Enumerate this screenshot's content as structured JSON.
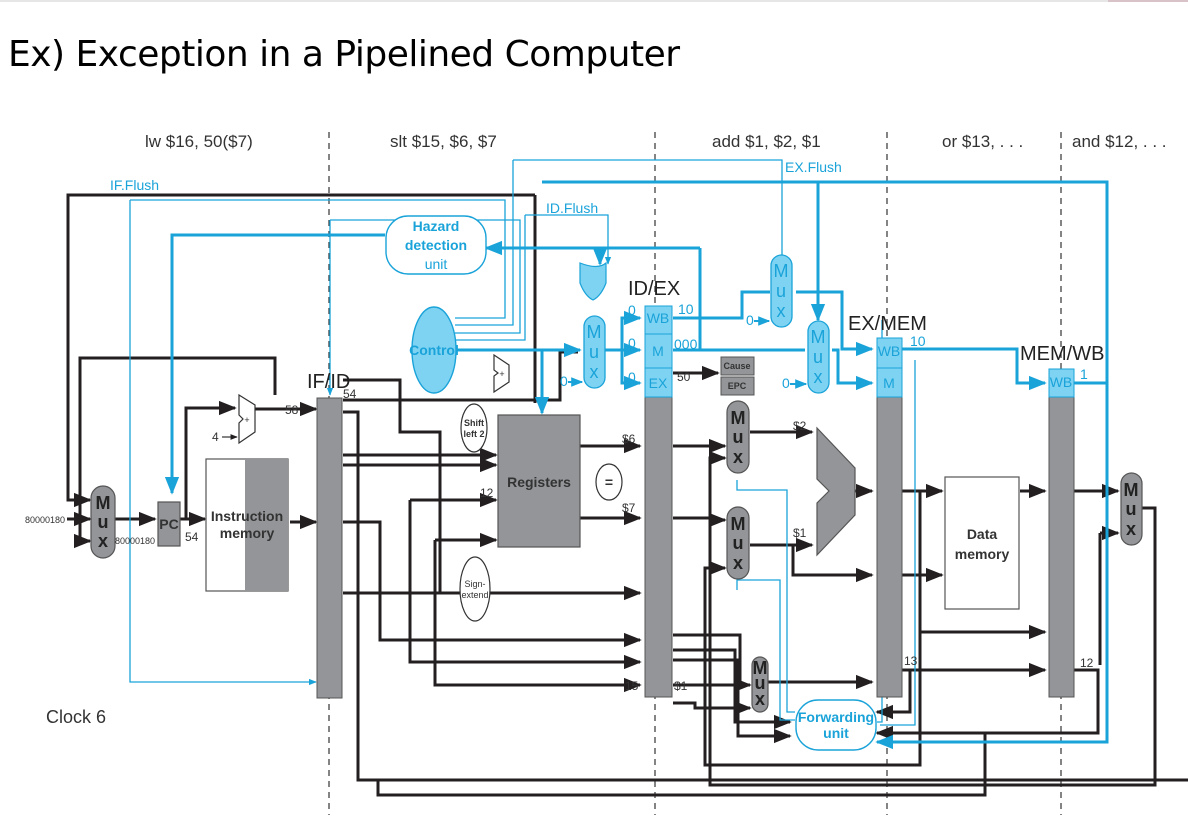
{
  "title": "Ex) Exception in a Pipelined Computer",
  "instructions": [
    "lw $16, 50($7)",
    "slt $15, $6, $7",
    "add $1, $2, $1",
    "or $13, . . .",
    "and $12, . . ."
  ],
  "clock_label": "Clock 6",
  "signals": {
    "if_flush": "IF.Flush",
    "id_flush": "ID.Flush",
    "ex_flush": "EX.Flush"
  },
  "units": {
    "hazard_detection": [
      "Hazard",
      "detection",
      "unit"
    ],
    "control": "Control",
    "registers": "Registers",
    "instruction_memory": [
      "Instruction",
      "memory"
    ],
    "data_memory": [
      "Data",
      "memory"
    ],
    "forwarding_unit": [
      "Forwarding",
      "unit"
    ],
    "pc": "PC",
    "shift_left_2": [
      "Shift",
      "left 2"
    ],
    "sign_extend": [
      "Sign-",
      "extend"
    ],
    "equal": "=",
    "cause": "Cause",
    "epc": "EPC",
    "adder": "+",
    "mux_letters": [
      "M",
      "u",
      "x"
    ]
  },
  "pipeline_registers": [
    "IF/ID",
    "ID/EX",
    "EX/MEM",
    "MEM/WB"
  ],
  "control_fields": {
    "wb": "WB",
    "m": "M",
    "ex": "EX"
  },
  "values": {
    "exception_address_in": "80000180",
    "mux_out": "80000180",
    "pc_out": "54",
    "adder_const": "4",
    "adder_out": "58",
    "ifid_pc": "54",
    "idex_zero": "0",
    "idex_wb": "10",
    "idex_m": "000",
    "idex_ex": "50",
    "reg_rs": "$6",
    "reg_rt": "$7",
    "write_reg": "12",
    "alu_in_a": "$2",
    "alu_in_b": "$1",
    "idex_rd": "15",
    "idex_rt": "$1",
    "exmem_wb": "10",
    "exmem_rd": "13",
    "memwb_wb": "1",
    "memwb_rd": "12",
    "zero": "0"
  },
  "colors": {
    "control_blue": "#1aa3d9",
    "control_fill": "#7fd3f2",
    "datapath_gray": "#939598",
    "wire_black": "#231f20"
  }
}
